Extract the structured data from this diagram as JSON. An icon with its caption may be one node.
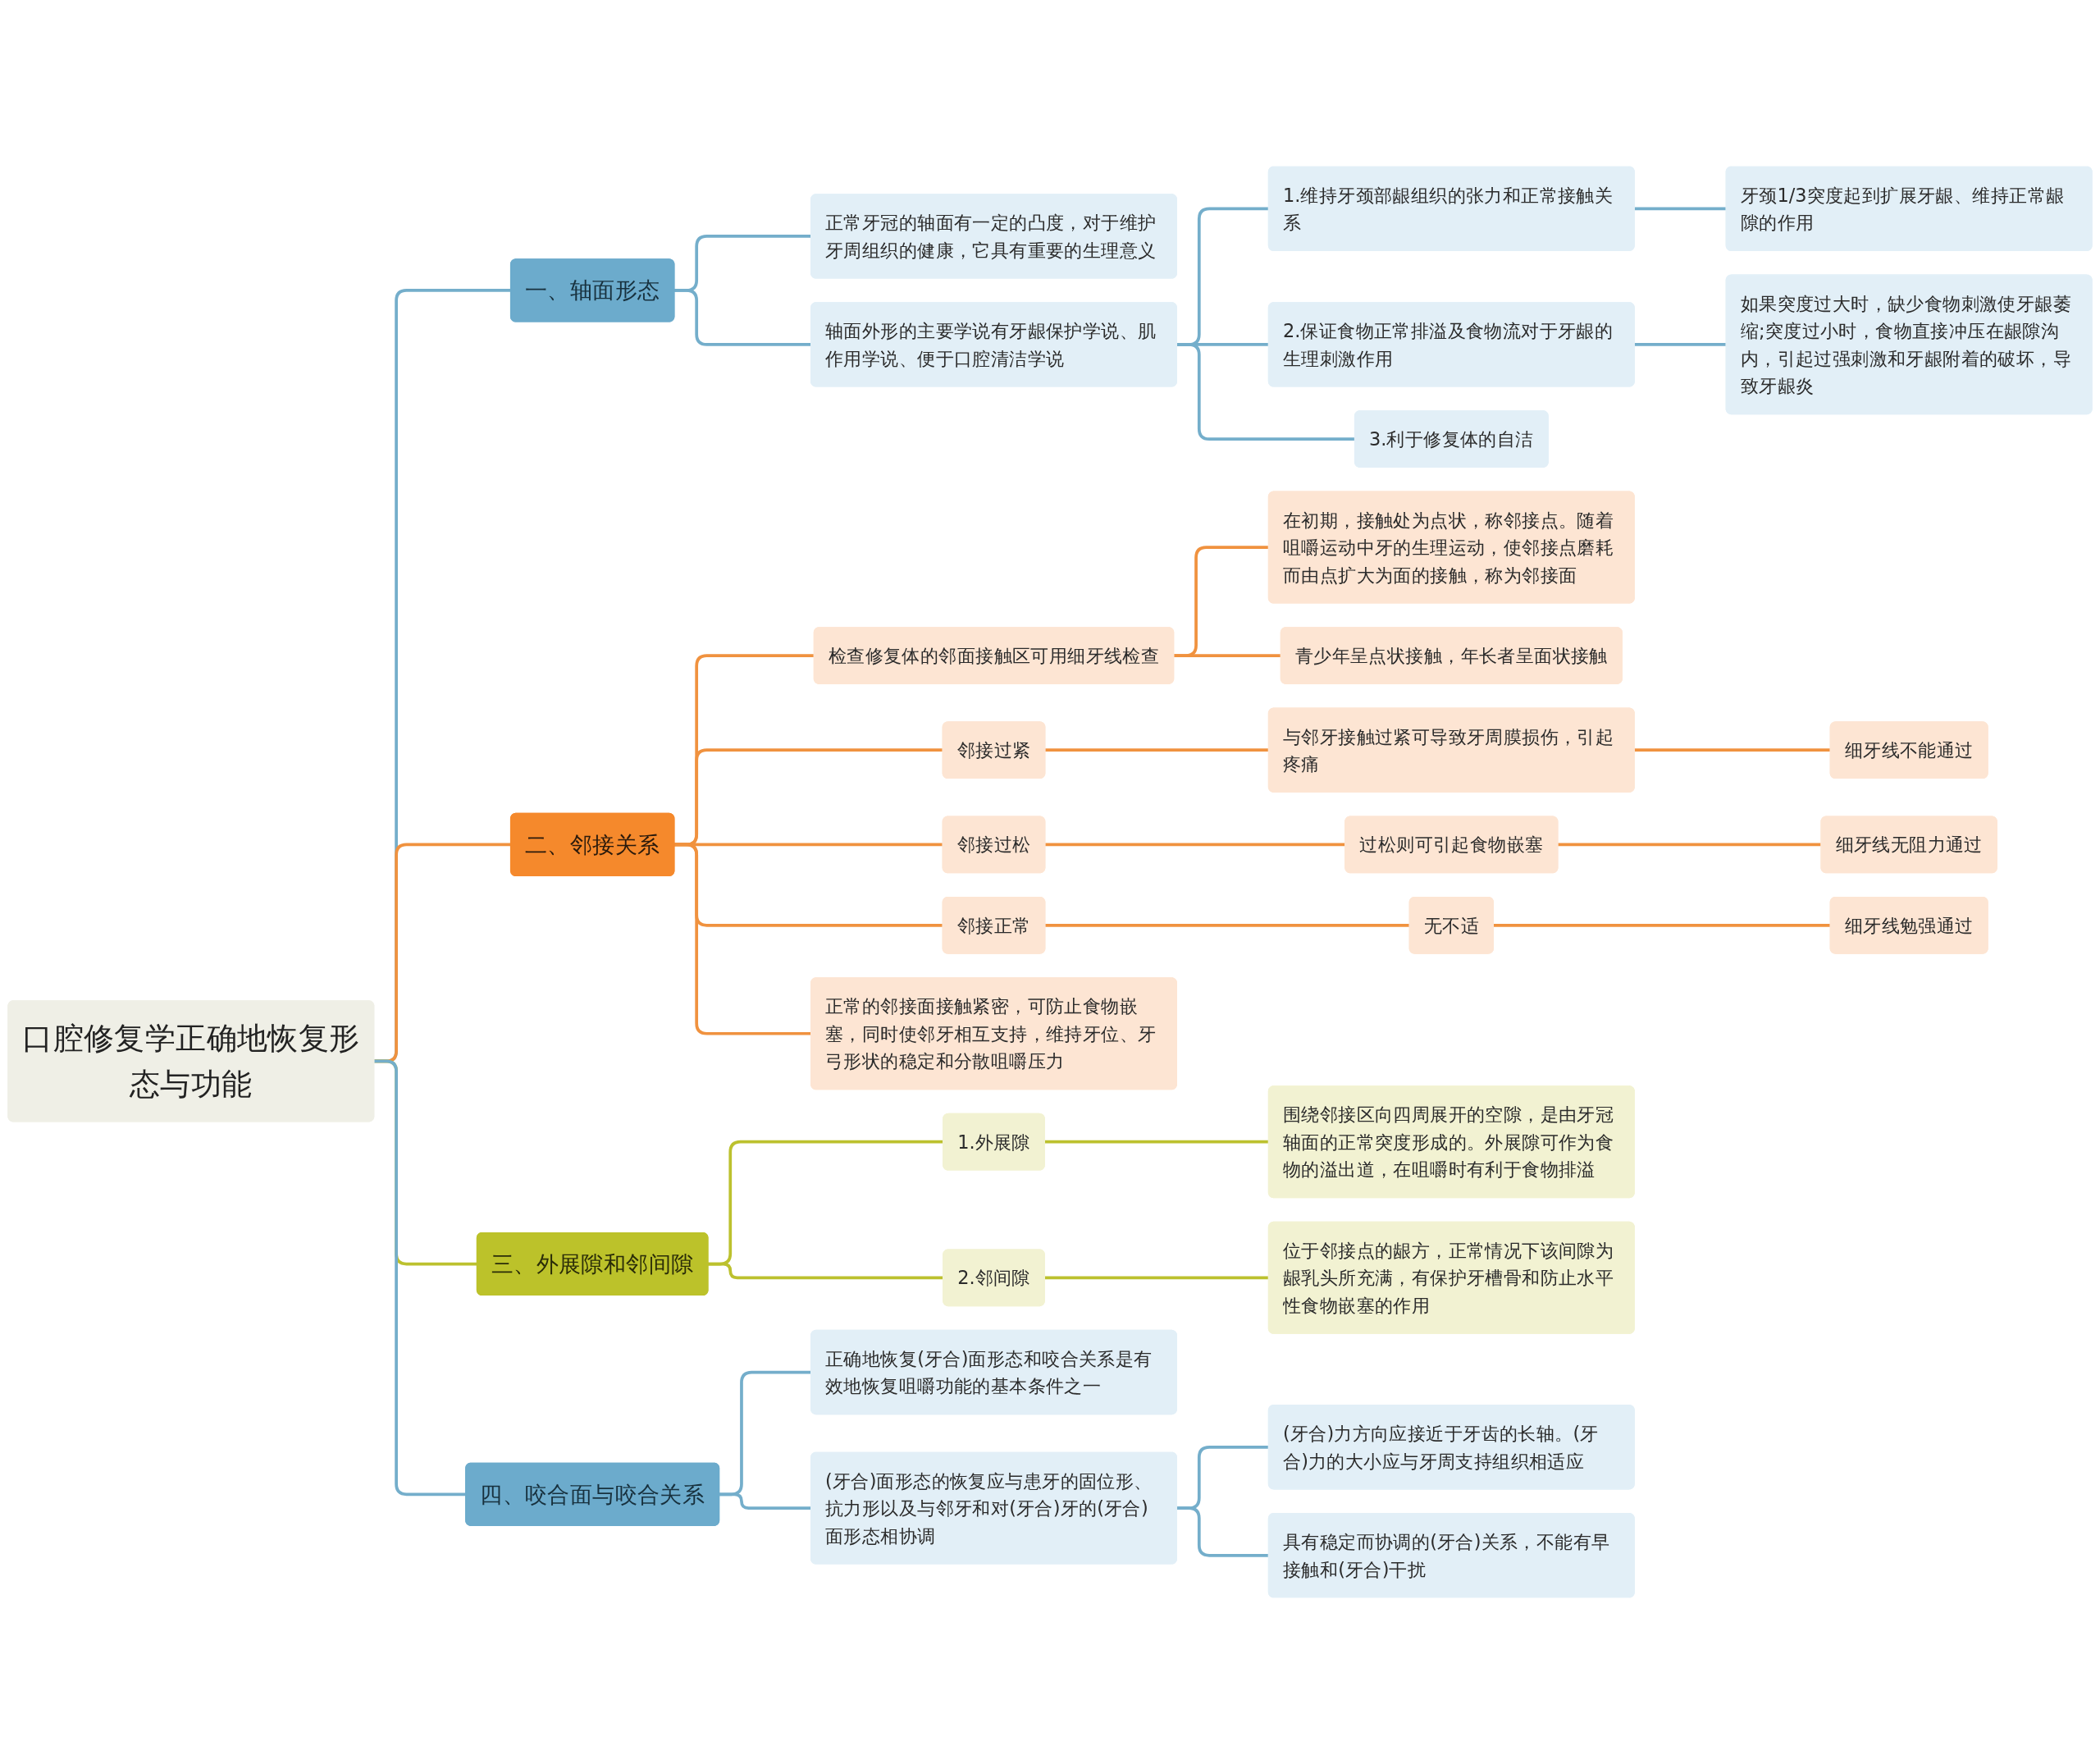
{
  "diagram": {
    "nodes": [
      {
        "text": [
          "口腔修复学正确地恢复形态与功能"
        ]
      },
      {
        "text": [
          "一、轴面形态"
        ]
      },
      {
        "text": [
          "正常牙冠的轴面有一定的凸度，对于维护牙周组织的健康，它具有重要的生理意义"
        ]
      },
      {
        "text": [
          "轴面外形的主要学说有牙龈保护学说、肌作用学说、便于口腔清洁学说"
        ]
      },
      {
        "text": [
          "1.维持牙颈部龈组织的张力和正常接触关系"
        ]
      },
      {
        "text": [
          "牙颈1/3突度起到扩展牙龈、维持正常龈隙的作用"
        ]
      },
      {
        "text": [
          "2.保证食物正常排溢及食物流对于牙龈的生理刺激作用"
        ]
      },
      {
        "text": [
          "如果突度过大时，缺少食物刺激使牙龈萎缩;突度过小时，食物直接冲压在龈隙沟内，引起过强刺激和牙龈附着的破坏，导致牙龈炎"
        ]
      },
      {
        "text": [
          "3.利于修复体的自洁"
        ]
      },
      {
        "text": [
          "二、邻接关系"
        ]
      },
      {
        "text": [
          "检查修复体的邻面接触区可用细牙线检查"
        ]
      },
      {
        "text": [
          "在初期，接触处为点状，称邻接点。随着咀嚼运动中牙的生理运动，使邻接点磨耗而由点扩大为面的接触，称为邻接面"
        ]
      },
      {
        "text": [
          "青少年呈点状接触，年长者呈面状接触"
        ]
      },
      {
        "text": [
          "邻接过紧"
        ]
      },
      {
        "text": [
          "与邻牙接触过紧可导致牙周膜损伤，引起疼痛"
        ]
      },
      {
        "text": [
          "细牙线不能通过"
        ]
      },
      {
        "text": [
          "邻接过松"
        ]
      },
      {
        "text": [
          "过松则可引起食物嵌塞"
        ]
      },
      {
        "text": [
          "细牙线无阻力通过"
        ]
      },
      {
        "text": [
          "邻接正常"
        ]
      },
      {
        "text": [
          "无不适"
        ]
      },
      {
        "text": [
          "细牙线勉强通过"
        ]
      },
      {
        "text": [
          "正常的邻接面接触紧密，可防止食物嵌塞，同时使邻牙相互支持，维持牙位、牙弓形状的稳定和分散咀嚼压力"
        ]
      },
      {
        "text": [
          "三、外展隙和邻间隙"
        ]
      },
      {
        "text": [
          "1.外展隙"
        ]
      },
      {
        "text": [
          "围绕邻接区向四周展开的空隙，是由牙冠轴面的正常突度形成的。外展隙可作为食物的溢出道，在咀嚼时有利于食物排溢"
        ]
      },
      {
        "text": [
          "2.邻间隙"
        ]
      },
      {
        "text": [
          "位于邻接点的龈方，正常情况下该间隙为龈乳头所充满，有保护牙槽骨和防止水平性食物嵌塞的作用"
        ]
      },
      {
        "text": [
          "四、咬合面与咬合关系"
        ]
      },
      {
        "text": [
          "正确地恢复(牙合)面形态和咬合关系是有效地恢复咀嚼功能的基本条件之一"
        ]
      },
      {
        "text": [
          "(牙合)面形态的恢复应与患牙的固位形、抗力形以及与邻牙和对(牙合)牙的(牙合)面形态相协调"
        ]
      },
      {
        "text": [
          "(牙合)力方向应接近于牙齿的长轴。(牙合)力的大小应与牙周支持组织相适应"
        ]
      },
      {
        "text": [
          "具有稳定而协调的(牙合)关系，不能有早接触和(牙合)干扰"
        ]
      }
    ],
    "edges": [
      {
        "from": 0,
        "to": 1,
        "arrow": "none",
        "color": "#74aecb"
      },
      {
        "from": 1,
        "to": 2,
        "arrow": "none",
        "color": "#74aecb"
      },
      {
        "from": 1,
        "to": 3,
        "arrow": "none",
        "color": "#74aecb"
      },
      {
        "from": 3,
        "to": 4,
        "arrow": "none",
        "color": "#74aecb"
      },
      {
        "from": 4,
        "to": 5,
        "arrow": "none",
        "color": "#74aecb"
      },
      {
        "from": 3,
        "to": 6,
        "arrow": "none",
        "color": "#74aecb"
      },
      {
        "from": 6,
        "to": 7,
        "arrow": "none",
        "color": "#74aecb"
      },
      {
        "from": 3,
        "to": 8,
        "arrow": "none",
        "color": "#74aecb"
      },
      {
        "from": 0,
        "to": 9,
        "arrow": "none"
      },
      {
        "from": 9,
        "to": 10,
        "arrow": "none"
      },
      {
        "from": 10,
        "to": 11,
        "arrow": "none"
      },
      {
        "from": 10,
        "to": 12,
        "arrow": "none"
      },
      {
        "from": 9,
        "to": 13,
        "arrow": "none"
      },
      {
        "from": 13,
        "to": 14,
        "arrow": "none"
      },
      {
        "from": 14,
        "to": 15,
        "arrow": "none"
      },
      {
        "from": 9,
        "to": 16,
        "arrow": "none"
      },
      {
        "from": 16,
        "to": 17,
        "arrow": "none"
      },
      {
        "from": 17,
        "to": 18,
        "arrow": "none"
      },
      {
        "from": 9,
        "to": 19,
        "arrow": "none"
      },
      {
        "from": 19,
        "to": 20,
        "arrow": "none"
      },
      {
        "from": 20,
        "to": 21,
        "arrow": "none"
      },
      {
        "from": 9,
        "to": 22,
        "arrow": "none"
      },
      {
        "from": 0,
        "to": 23,
        "arrow": "none",
        "color": "#bcc12e"
      },
      {
        "from": 23,
        "to": 24,
        "arrow": "none",
        "color": "#bcc12e"
      },
      {
        "from": 24,
        "to": 25,
        "arrow": "none",
        "color": "#bcc12e"
      },
      {
        "from": 23,
        "to": 26,
        "arrow": "none",
        "color": "#bcc12e"
      },
      {
        "from": 26,
        "to": 27,
        "arrow": "none",
        "color": "#bcc12e"
      },
      {
        "from": 0,
        "to": 28,
        "arrow": "none",
        "color": "#74aecb"
      },
      {
        "from": 28,
        "to": 29,
        "arrow": "none",
        "color": "#74aecb"
      },
      {
        "from": 28,
        "to": 30,
        "arrow": "none",
        "color": "#74aecb"
      },
      {
        "from": 30,
        "to": 31,
        "arrow": "none",
        "color": "#74aecb"
      },
      {
        "from": 30,
        "to": 32,
        "arrow": "none",
        "color": "#74aecb"
      }
    ]
  }
}
